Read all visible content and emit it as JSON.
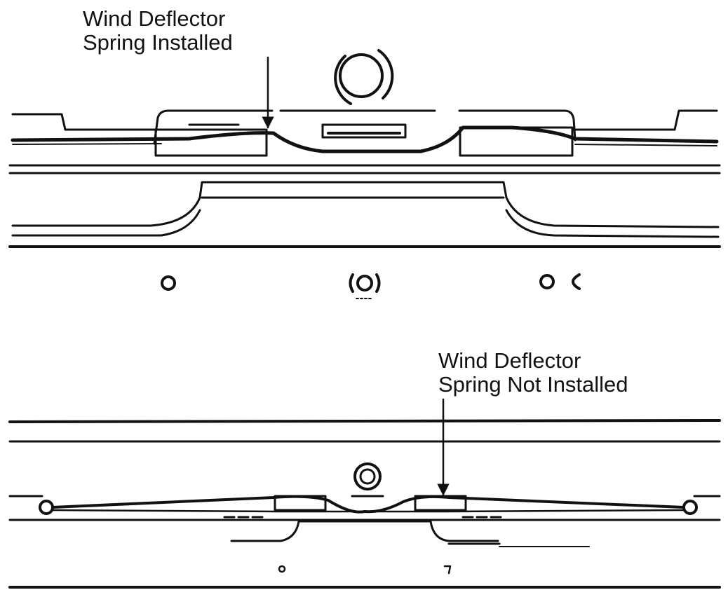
{
  "callouts": {
    "top": {
      "line1": "Wind Deflector",
      "line2": "Spring Installed"
    },
    "bottom": {
      "line1": "Wind Deflector",
      "line2": "Spring Not Installed"
    }
  },
  "colors": {
    "ink": "#111111",
    "background": "#ffffff"
  }
}
